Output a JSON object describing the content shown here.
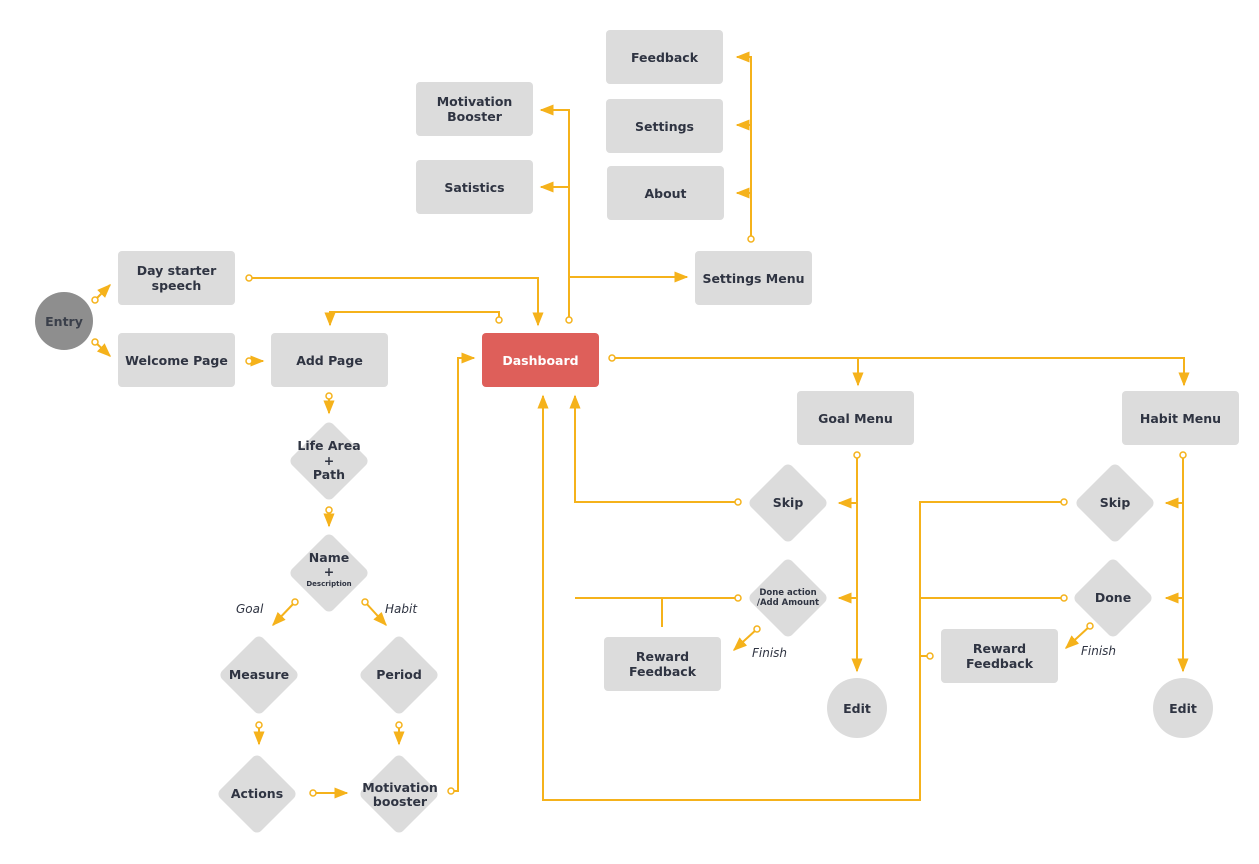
{
  "colors": {
    "connector": "#f5b21b",
    "node": "#dcdcdc",
    "dashboard": "#de5f5a",
    "entry": "#8e8e8e",
    "text": "#2f3442"
  },
  "nodes": {
    "entry": "Entry",
    "day_starter": "Day starter\nspeech",
    "welcome": "Welcome Page",
    "add_page": "Add Page",
    "life_area": "Life Area\n+\nPath",
    "name": "Name\n+",
    "name_sub": "Description",
    "measure": "Measure",
    "period": "Period",
    "actions": "Actions",
    "motivation_booster_flow": "Motivation\nbooster",
    "dashboard": "Dashboard",
    "motivation_booster": "Motivation\nBooster",
    "statistics": "Satistics",
    "feedback": "Feedback",
    "settings": "Settings",
    "about": "About",
    "settings_menu": "Settings Menu",
    "goal_menu": "Goal Menu",
    "habit_menu": "Habit Menu",
    "goal_skip": "Skip",
    "goal_done": "Done action\n/Add Amount",
    "goal_reward": "Reward\nFeedback",
    "goal_edit": "Edit",
    "habit_skip": "Skip",
    "habit_done": "Done",
    "habit_reward": "Reward\nFeedback",
    "habit_edit": "Edit"
  },
  "edge_labels": {
    "goal": "Goal",
    "habit": "Habit",
    "finish_goal": "Finish",
    "finish_habit": "Finish"
  }
}
